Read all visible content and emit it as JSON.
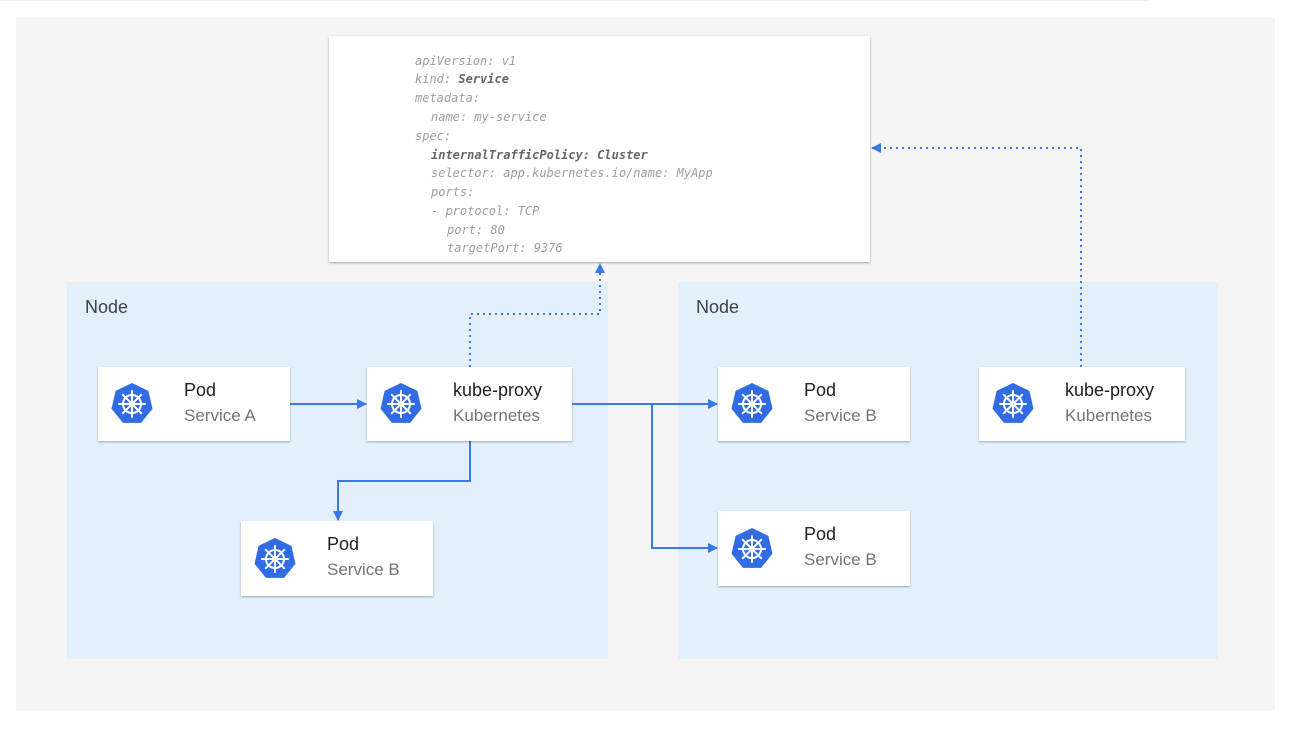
{
  "yaml": {
    "lines": [
      {
        "indent": 0,
        "text": "apiVersion: v1"
      },
      {
        "indent": 0,
        "key": "kind: ",
        "value": "Service"
      },
      {
        "indent": 0,
        "text": "metadata:"
      },
      {
        "indent": 1,
        "text": "name: my-service"
      },
      {
        "indent": 0,
        "text": "spec:"
      },
      {
        "indent": 1,
        "bold": "internalTrafficPolicy: Cluster"
      },
      {
        "indent": 1,
        "text": "selector: app.kubernetes.io/name: MyApp"
      },
      {
        "indent": 1,
        "text": "ports:"
      },
      {
        "indent": 1,
        "text": "- protocol: TCP"
      },
      {
        "indent": 2,
        "text": "port: 80"
      },
      {
        "indent": 2,
        "text": "targetPort: 9376"
      }
    ]
  },
  "nodes": [
    {
      "label": "Node"
    },
    {
      "label": "Node"
    }
  ],
  "cards": {
    "pod_a": {
      "title": "Pod",
      "subtitle": "Service A",
      "icon": "kubernetes-icon"
    },
    "proxy_left": {
      "title": "kube-proxy",
      "subtitle": "Kubernetes",
      "icon": "kubernetes-icon"
    },
    "pod_b_left": {
      "title": "Pod",
      "subtitle": "Service B",
      "icon": "kubernetes-icon"
    },
    "pod_b_right1": {
      "title": "Pod",
      "subtitle": "Service B",
      "icon": "kubernetes-icon"
    },
    "proxy_right": {
      "title": "kube-proxy",
      "subtitle": "Kubernetes",
      "icon": "kubernetes-icon"
    },
    "pod_b_right2": {
      "title": "Pod",
      "subtitle": "Service B",
      "icon": "kubernetes-icon"
    }
  },
  "colors": {
    "accent": "#3b78e7",
    "k8s_blue": "#326ce5",
    "node_bg": "#e3f0fc",
    "panel_bg": "#f5f5f5"
  }
}
